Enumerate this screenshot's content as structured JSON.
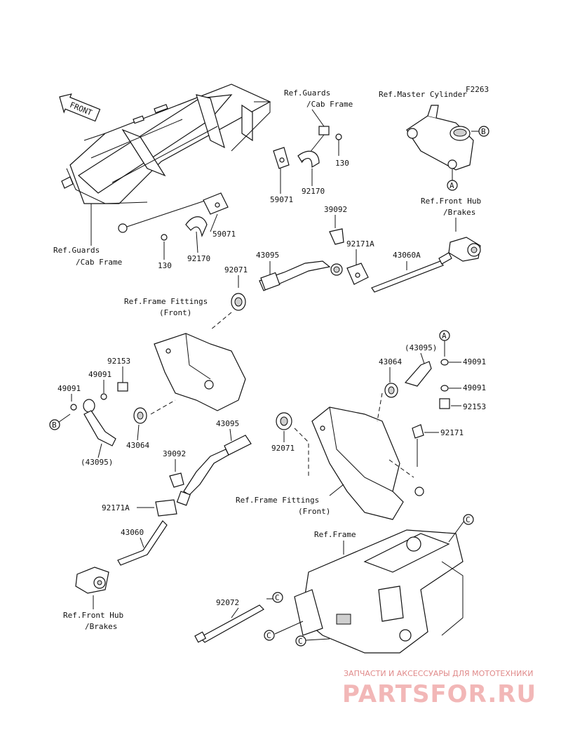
{
  "diagram": {
    "code": "F2263",
    "front_arrow": "FRONT",
    "refs": {
      "guards_top_1": "Ref.Guards",
      "guards_top_2": "/Cab Frame",
      "master_cyl": "Ref.Master Cylinder",
      "hub_top_1": "Ref.Front Hub",
      "hub_top_2": "/Brakes",
      "guards_left_1": "Ref.Guards",
      "guards_left_2": "/Cab Frame",
      "fittings_1_1": "Ref.Frame Fittings",
      "fittings_1_2": "(Front)",
      "fittings_2_1": "Ref.Frame Fittings",
      "fittings_2_2": "(Front)",
      "frame": "Ref.Frame",
      "hub_bottom_1": "Ref.Front Hub",
      "hub_bottom_2": "/Brakes"
    },
    "parts": {
      "p59071_top": "59071",
      "p92170_top": "92170",
      "p130_top": "130",
      "p59071_mid": "59071",
      "p92170_mid": "92170",
      "p130_mid": "130",
      "p39092_top": "39092",
      "p92171A_top": "92171A",
      "p43060A": "43060A",
      "p43095_top": "43095",
      "p92071_top": "92071",
      "p92153_left": "92153",
      "p49091_left_a": "49091",
      "p49091_left_b": "49091",
      "p43064_left": "43064",
      "p43095_left": "(43095)",
      "p43095_right": "(43095)",
      "p43064_right": "43064",
      "p49091_right_a": "49091",
      "p49091_right_b": "49091",
      "p92153_right": "92153",
      "p92171": "92171",
      "p43095_mid": "43095",
      "p92071_mid": "92071",
      "p39092_bottom": "39092",
      "p92171A_bottom": "92171A",
      "p43060": "43060",
      "p92072": "92072"
    },
    "callouts": {
      "A_top": "A",
      "B_top": "B",
      "A_right": "A",
      "B_left": "B",
      "C_right": "C",
      "C_mid": "C",
      "C_left1": "C",
      "C_left2": "C"
    },
    "watermark": {
      "line1": "ЗАПЧАСТИ И АКСЕССУАРЫ ДЛЯ МОТОТЕХНИКИ",
      "line2": "PARTSFOR.RU"
    }
  }
}
